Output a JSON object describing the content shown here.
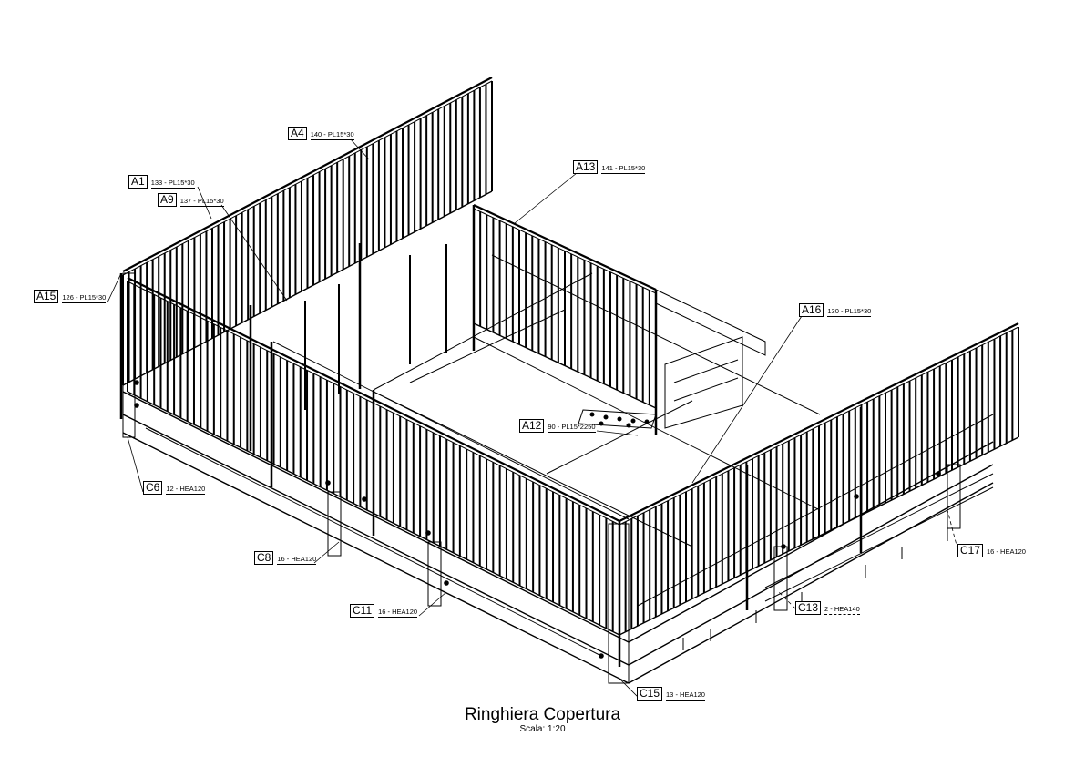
{
  "title": "Ringhiera Copertura",
  "scale": "Scala: 1:20",
  "labels": {
    "A4": {
      "mark": "A4",
      "spec": "140 - PL15*30"
    },
    "A1": {
      "mark": "A1",
      "spec": "133 - PL15*30"
    },
    "A9": {
      "mark": "A9",
      "spec": "137 - PL15*30"
    },
    "A15": {
      "mark": "A15",
      "spec": "126 - PL15*30"
    },
    "A13": {
      "mark": "A13",
      "spec": "141 - PL15*30"
    },
    "A16": {
      "mark": "A16",
      "spec": "130 - PL15*30"
    },
    "A12": {
      "mark": "A12",
      "spec": "90 - PL15*2250"
    },
    "C6": {
      "mark": "C6",
      "spec": "12 - HEA120"
    },
    "C8": {
      "mark": "C8",
      "spec": "16 - HEA120"
    },
    "C11": {
      "mark": "C11",
      "spec": "16 - HEA120"
    },
    "C13": {
      "mark": "C13",
      "spec": "2 - HEA140"
    },
    "C15": {
      "mark": "C15",
      "spec": "13 - HEA120"
    },
    "C17": {
      "mark": "C17",
      "spec": "16 - HEA120"
    }
  }
}
